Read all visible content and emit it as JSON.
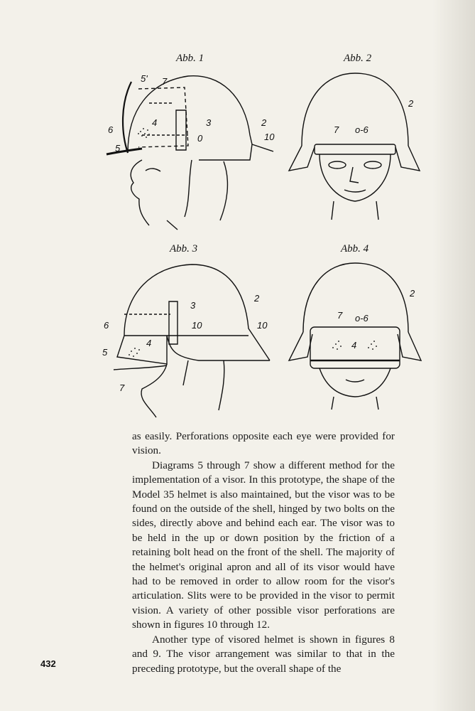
{
  "figures": {
    "fig1": {
      "caption": "Abb. 1",
      "callouts": {
        "c5p": "5'",
        "c7": "7",
        "c6": "6",
        "c4": "4",
        "c3": "3",
        "c0": "0",
        "c5": "5",
        "c2": "2",
        "c10": "10"
      }
    },
    "fig2": {
      "caption": "Abb. 2",
      "callouts": {
        "c2": "2",
        "c7": "7",
        "c6": "o-6"
      }
    },
    "fig3": {
      "caption": "Abb. 3",
      "callouts": {
        "c3": "3",
        "c2": "2",
        "c6": "6",
        "c10a": "10",
        "c10b": "10",
        "c4": "4",
        "c5": "5",
        "c7": "7"
      }
    },
    "fig4": {
      "caption": "Abb. 4",
      "callouts": {
        "c2": "2",
        "c7": "7",
        "c6": "o-6",
        "c4": "4"
      }
    }
  },
  "text": {
    "p1": "as easily. Perforations opposite each eye were provided for vision.",
    "p2": "Diagrams 5 through 7 show a different method for the implementation of a visor. In this prototype, the shape of the Model 35 helmet is also maintained, but the visor was to be found on the outside of the shell, hinged by two bolts on the sides, directly above and behind each ear. The visor was to be held in the up or down position by the friction of a retaining bolt head on the front of the shell. The majority of the helmet's original apron and all of its visor would have had to be removed in order to allow room for the visor's articulation. Slits were to be provided in the visor to permit vision. A variety of other possible visor perforations are shown in figures 10 through 12.",
    "p3": "Another type of visored helmet is shown in figures 8 and 9. The visor arrangement was similar to that in the preceding prototype, but the overall shape of the"
  },
  "page_number": "432"
}
